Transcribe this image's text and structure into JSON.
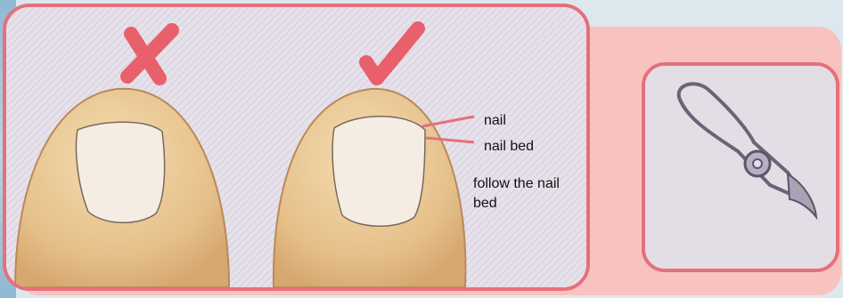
{
  "labels": {
    "nail": "nail",
    "nail_bed": "nail bed",
    "follow": "follow the nail bed"
  },
  "marks": {
    "wrong": "cross-mark",
    "right": "check-mark"
  },
  "colors": {
    "frame_border": "#e5707c",
    "pink_band": "#f8c3bf",
    "background_blue": "#dde8ee",
    "mark_red": "#e8606c",
    "skin": "#e9c896",
    "nail": "#f5ede3"
  }
}
